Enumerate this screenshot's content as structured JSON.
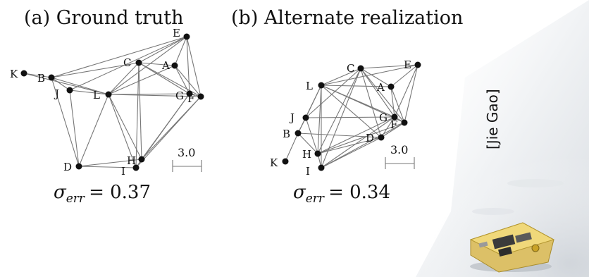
{
  "panels": [
    {
      "title": "(a) Ground truth",
      "error_symbol": "σ",
      "error_subscript": "err",
      "error_value": "= 0.37",
      "scale_label": "3.0",
      "nodes": [
        {
          "id": "K",
          "label": "K"
        },
        {
          "id": "B",
          "label": "B"
        },
        {
          "id": "J",
          "label": "J"
        },
        {
          "id": "L",
          "label": "L"
        },
        {
          "id": "C",
          "label": "C"
        },
        {
          "id": "A",
          "label": "A"
        },
        {
          "id": "E",
          "label": "E"
        },
        {
          "id": "G",
          "label": "G"
        },
        {
          "id": "F",
          "label": "F"
        },
        {
          "id": "D",
          "label": "D"
        },
        {
          "id": "H",
          "label": "H"
        },
        {
          "id": "I",
          "label": "I"
        }
      ],
      "edges": [
        [
          "K",
          "B"
        ],
        [
          "K",
          "L"
        ],
        [
          "B",
          "J"
        ],
        [
          "B",
          "L"
        ],
        [
          "B",
          "C"
        ],
        [
          "B",
          "E"
        ],
        [
          "B",
          "D"
        ],
        [
          "J",
          "L"
        ],
        [
          "J",
          "D"
        ],
        [
          "J",
          "E"
        ],
        [
          "L",
          "C"
        ],
        [
          "L",
          "A"
        ],
        [
          "L",
          "G"
        ],
        [
          "L",
          "F"
        ],
        [
          "L",
          "D"
        ],
        [
          "L",
          "H"
        ],
        [
          "L",
          "I"
        ],
        [
          "L",
          "E"
        ],
        [
          "C",
          "E"
        ],
        [
          "C",
          "A"
        ],
        [
          "C",
          "G"
        ],
        [
          "C",
          "F"
        ],
        [
          "C",
          "H"
        ],
        [
          "C",
          "I"
        ],
        [
          "E",
          "A"
        ],
        [
          "E",
          "G"
        ],
        [
          "E",
          "F"
        ],
        [
          "A",
          "G"
        ],
        [
          "A",
          "F"
        ],
        [
          "G",
          "F"
        ],
        [
          "G",
          "H"
        ],
        [
          "G",
          "I"
        ],
        [
          "F",
          "H"
        ],
        [
          "F",
          "I"
        ],
        [
          "D",
          "H"
        ],
        [
          "D",
          "I"
        ],
        [
          "H",
          "I"
        ]
      ]
    },
    {
      "title": "(b) Alternate realization",
      "error_symbol": "σ",
      "error_subscript": "err",
      "error_value": "= 0.34",
      "scale_label": "3.0",
      "nodes": [
        {
          "id": "C",
          "label": "C"
        },
        {
          "id": "E",
          "label": "E"
        },
        {
          "id": "L",
          "label": "L"
        },
        {
          "id": "A",
          "label": "A"
        },
        {
          "id": "J",
          "label": "J"
        },
        {
          "id": "G",
          "label": "G"
        },
        {
          "id": "F",
          "label": "F"
        },
        {
          "id": "B",
          "label": "B"
        },
        {
          "id": "D",
          "label": "D"
        },
        {
          "id": "H",
          "label": "H"
        },
        {
          "id": "K",
          "label": "K"
        },
        {
          "id": "I",
          "label": "I"
        }
      ],
      "edges": [
        [
          "C",
          "E"
        ],
        [
          "C",
          "L"
        ],
        [
          "C",
          "A"
        ],
        [
          "C",
          "G"
        ],
        [
          "C",
          "F"
        ],
        [
          "C",
          "J"
        ],
        [
          "C",
          "H"
        ],
        [
          "C",
          "I"
        ],
        [
          "C",
          "D"
        ],
        [
          "E",
          "A"
        ],
        [
          "E",
          "L"
        ],
        [
          "E",
          "G"
        ],
        [
          "E",
          "F"
        ],
        [
          "L",
          "J"
        ],
        [
          "L",
          "B"
        ],
        [
          "L",
          "A"
        ],
        [
          "L",
          "G"
        ],
        [
          "L",
          "F"
        ],
        [
          "L",
          "D"
        ],
        [
          "L",
          "H"
        ],
        [
          "L",
          "I"
        ],
        [
          "A",
          "G"
        ],
        [
          "A",
          "F"
        ],
        [
          "J",
          "B"
        ],
        [
          "J",
          "G"
        ],
        [
          "J",
          "H"
        ],
        [
          "B",
          "K"
        ],
        [
          "B",
          "H"
        ],
        [
          "B",
          "D"
        ],
        [
          "G",
          "F"
        ],
        [
          "G",
          "D"
        ],
        [
          "G",
          "H"
        ],
        [
          "G",
          "I"
        ],
        [
          "F",
          "D"
        ],
        [
          "F",
          "H"
        ],
        [
          "F",
          "I"
        ],
        [
          "D",
          "H"
        ],
        [
          "D",
          "I"
        ],
        [
          "H",
          "I"
        ]
      ]
    }
  ],
  "credit": "[Jie Gao]",
  "colors": {
    "edge": "#777777",
    "node": "#111111",
    "text": "#111111",
    "device_body": "#e8c24a"
  }
}
